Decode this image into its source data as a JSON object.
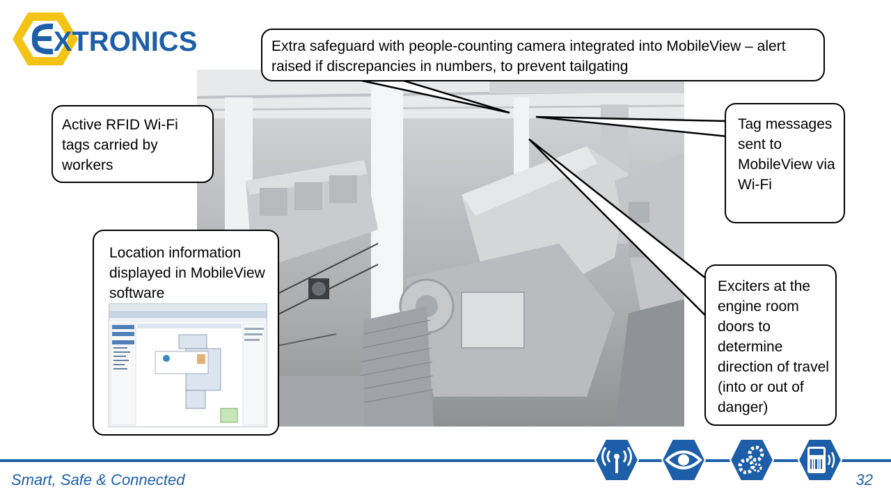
{
  "brand": {
    "name": "EXTRONICS",
    "color": "#1d5ea8",
    "accent": "#f3c316"
  },
  "callouts": {
    "camera": "Extra safeguard with people-counting camera integrated into MobileView – alert raised if discrepancies in numbers, to prevent tailgating",
    "rfid": "Active RFID Wi-Fi tags carried by workers",
    "tag_messages": "Tag messages sent to MobileView via Wi-Fi",
    "location": "Location information displayed in MobileView software",
    "exciters": "Exciters at the engine room doors to determine direction of travel (into or out of danger)"
  },
  "footer": {
    "tagline": "Smart, Safe & Connected",
    "page_number": "32"
  },
  "icons": [
    "wifi-antenna-icon",
    "eye-icon",
    "gears-icon",
    "rfid-tag-icon"
  ]
}
